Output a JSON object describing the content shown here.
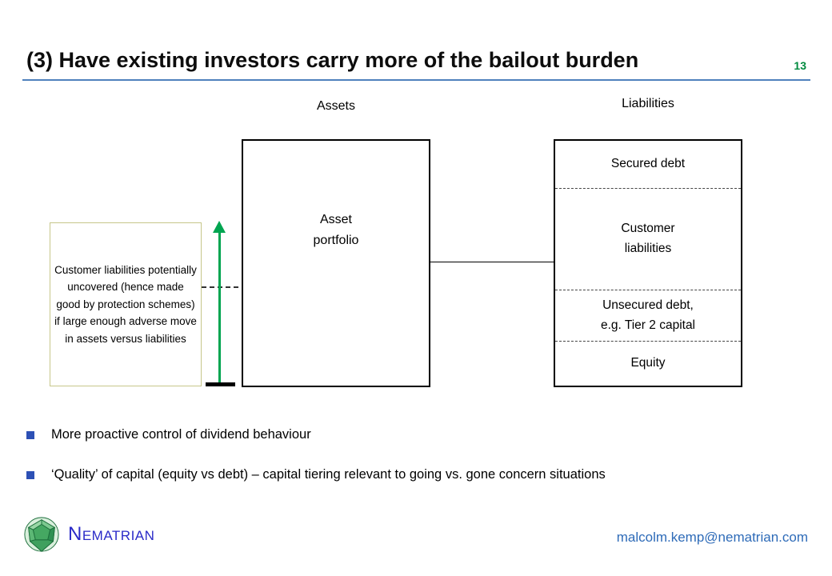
{
  "slide": {
    "title": "(3) Have existing investors carry more of the bailout burden",
    "page_number": "13"
  },
  "diagram": {
    "assets_header": "Assets",
    "liabilities_header": "Liabilities",
    "asset_box_label": "Asset\nportfolio",
    "liability_sections": [
      "Secured debt",
      "Customer\nliabilities",
      "Unsecured debt,\ne.g. Tier 2 capital",
      "Equity"
    ],
    "annotation": "Customer liabilities potentially uncovered (hence made good by protection schemes) if large enough adverse move in assets versus liabilities"
  },
  "bullets": [
    "More proactive control of dividend behaviour",
    "‘Quality’ of capital (equity vs debt) – capital tiering relevant to going vs. gone concern situations"
  ],
  "footer": {
    "brand": "Nematrian",
    "email": "malcolm.kemp@nematrian.com"
  },
  "colors": {
    "title_rule_blue": "#4f81bd",
    "page_number_green": "#008a3e",
    "arrow_green": "#00a550",
    "bullet_blue": "#2d50b5",
    "brand_blue": "#2b2bc8",
    "email_blue": "#2e6bb8",
    "annotation_border": "#c6c68a"
  }
}
